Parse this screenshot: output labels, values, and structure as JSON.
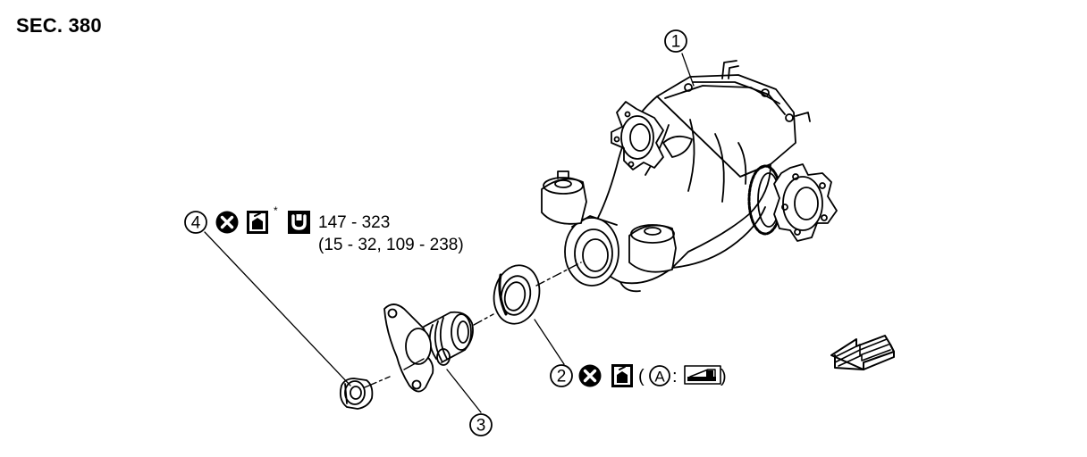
{
  "section_label": "SEC. 380",
  "callouts": [
    {
      "number": "1"
    },
    {
      "number": "2",
      "note": {
        "open_paren": "(",
        "ref": "A",
        "colon": ":",
        "close_paren": ")"
      }
    },
    {
      "number": "3"
    },
    {
      "number": "4",
      "asterisk": "*",
      "torque_nm": "147 - 323",
      "torque_alt": "(15 - 32, 109 - 238)"
    }
  ],
  "icons": [
    "no-reuse-icon",
    "lubricate-icon",
    "tighten-icon",
    "grease-gun-icon",
    "vehicle-front-arrow"
  ]
}
